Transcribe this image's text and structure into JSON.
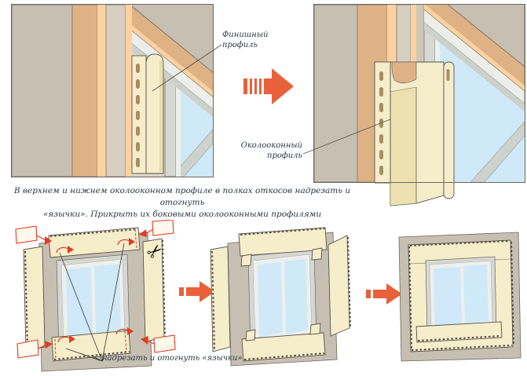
{
  "colors": {
    "wall": "#c7c0b2",
    "wood": "#dfb286",
    "wood_light": "#fdd2a0",
    "trim": "#d7cfc1",
    "cream": "#f6eeca",
    "cream_shade": "#ede1b0",
    "glass": "#cfe9f8",
    "frame_grey": "#d6d8d3",
    "outline": "#56524b",
    "arrow": "#e8613a",
    "red": "#e23b24",
    "text": "#2b3844"
  },
  "top_row": {
    "finish_profile_label": "Финишный профиль",
    "window_profile_label": "Околооконный профиль"
  },
  "instruction": {
    "line1": "В верхнем и нижнем околооконном профиле в полках откосов надрезать и отогнуть",
    "line2": "«язычки». Прикрыть их боковыми околооконными профилями"
  },
  "bottom_row": {
    "tabs_callout": "надрезать и отогнуть «язычки»",
    "scissors_icon": "✂"
  }
}
